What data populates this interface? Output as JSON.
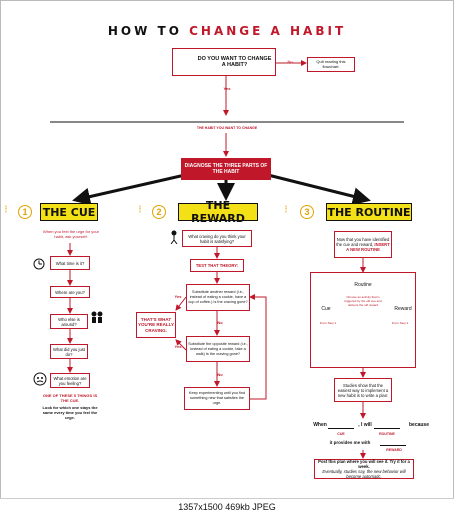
{
  "title": {
    "part1": "HOW TO",
    "part2": "CHANGE",
    "part3": "A",
    "part4": "HABIT"
  },
  "start": {
    "question": "DO YOU WANT TO CHANGE A HABIT?",
    "no": "No",
    "no_result": "Quit reading this flowchart.",
    "yes": "Yes"
  },
  "habit_line": "THE HABIT YOU WANT TO CHANGE",
  "diagnose": "DIAGNOSE THE THREE PARTS OF THE HABIT",
  "steps": {
    "step_word": "STEP",
    "cue": {
      "num": "1",
      "label": "THE CUE"
    },
    "reward": {
      "num": "2",
      "label": "THE REWARD"
    },
    "routine": {
      "num": "3",
      "label": "THE ROUTINE"
    }
  },
  "cue_branch": {
    "intro": "When you feel the urge for your habit, ask yourself:",
    "q1": "What time is it?",
    "q2": "Where are you?",
    "q3": "Who else is around?",
    "q4": "What did you just do?",
    "q5": "What emotion are you feeling?",
    "note1": "ONE OF THESE 5 THINGS IS THE CUE.",
    "note2": "Look for which one stays the same every time you feel the urge."
  },
  "reward_branch": {
    "intro": "What craving do you think your habit is satisfying?",
    "test": "TEST THAT THEORY:",
    "sub1": "Substitute another reward (i.e., instead of eating a cookie, have a cup of coffee.) Is the craving gone?",
    "yes": "Yes",
    "no": "No",
    "craving": "THAT'S WHAT YOU'RE REALLY CRAVING.",
    "sub2": "Substitute the opposite reward (i.e., instead of eating a cookie, take a walk) Is the craving gone?",
    "keep": "Keep experimenting until you find something new that satisfies the urge."
  },
  "routine_branch": {
    "intro": "Now that you have identified the cue and reward,",
    "insert": "INSERT A NEW ROUTINE",
    "routine": "Routine",
    "cue": "Cue",
    "reward": "Reward",
    "choose": "Choose an activity that is triggered by the old cue and delivers the old reward",
    "from1": "From Step 1",
    "from2": "From Step 2",
    "studies": "Studies show that the easiest way to implement a new habit is to write a plan:",
    "when": "When",
    "i_will": ", I will",
    "because": "because",
    "cue_lbl": "CUE",
    "routine_lbl": "ROUTINE",
    "provides": "it provides me with",
    "reward_lbl": "REWARD",
    "post": "Post this plan where you will see it. Try it for a week.",
    "eventually": "Eventually, studies say, the new behavior will become automatic."
  },
  "footer": "1357x1500  469kb  JPEG"
}
